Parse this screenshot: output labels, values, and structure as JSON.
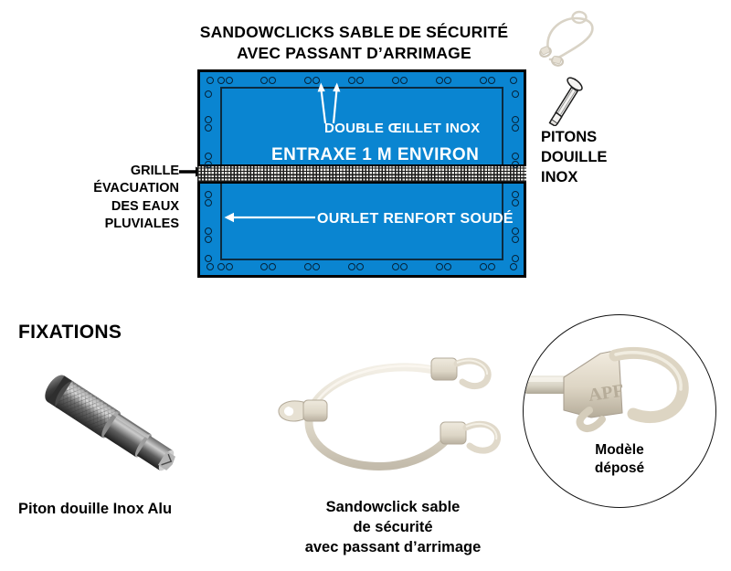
{
  "title": {
    "line1": "SANDOWCLICKS SABLE DE SÉCURITÉ",
    "line2": "AVEC PASSANT D’ARRIMAGE"
  },
  "diagram": {
    "label_double_eyelet": "DOUBLE ŒILLET INOX",
    "label_entraxe": "ENTRAXE 1 M ENVIRON",
    "label_ourlet": "OURLET RENFORT SOUDÉ",
    "tarp_color": "#0a85d1",
    "border_color": "#000000",
    "eyelet_color": "#05233a"
  },
  "grille_callout": {
    "line1": "GRILLE",
    "line2": "ÉVACUATION",
    "line3": "DES EAUX",
    "line4": "PLUVIALES"
  },
  "pitons_callout": {
    "line1": "PITONS",
    "line2": "DOUILLE",
    "line3": "INOX"
  },
  "fixations": {
    "heading": "FIXATIONS",
    "piton_caption": "Piton douille Inox Alu",
    "sandow_caption_line1": "Sandowclick sable",
    "sandow_caption_line2": "de sécurité",
    "sandow_caption_line3": "avec passant d’arrimage"
  },
  "model_inset": {
    "caption_line1": "Modèle",
    "caption_line2": "déposé",
    "embossed_text": "APF"
  }
}
